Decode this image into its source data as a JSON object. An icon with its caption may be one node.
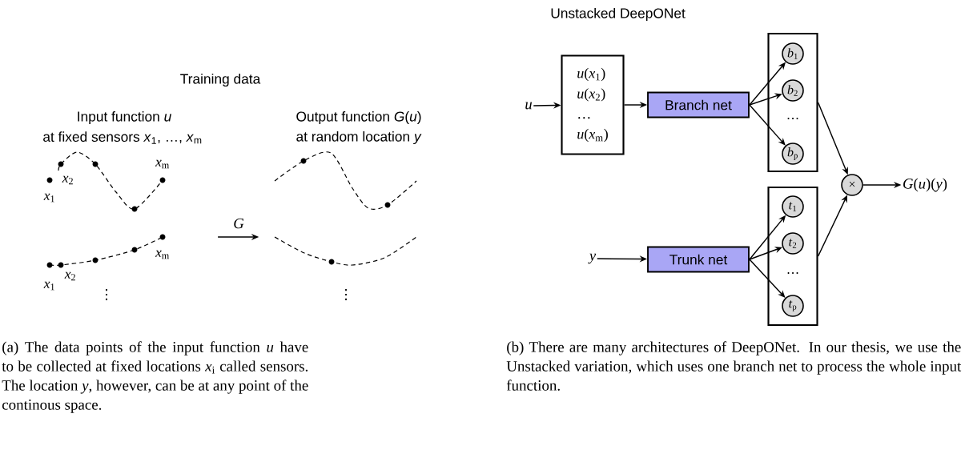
{
  "diagram": {
    "nodes": [
      {
        "text": [],
        "shape": "picture"
      },
      {
        "text": [],
        "shape": "picture"
      },
      {
        "text": [
          "*u*"
        ]
      },
      {
        "text": [
          "*u*(*x*$_{1}$)",
          "*u*(*x*$_{2}$)",
          "…",
          "*u*(*x*$_{m}$)"
        ]
      },
      {
        "text": [
          "Branch net"
        ]
      },
      {
        "text": [],
        "shape": "box"
      },
      {
        "text": [
          "*b*$_{1}$"
        ],
        "in": 5
      },
      {
        "text": [
          "*b*$_{2}$"
        ],
        "in": 5
      },
      {
        "text": [
          "*b*$_{p}$"
        ],
        "in": 5
      },
      {
        "text": [
          "*y*"
        ]
      },
      {
        "text": [
          "Trunk net"
        ]
      },
      {
        "text": [],
        "shape": "box"
      },
      {
        "text": [
          "*t*$_{1}$"
        ],
        "in": 11
      },
      {
        "text": [
          "*t*$_{2}$"
        ],
        "in": 11
      },
      {
        "text": [
          "*t*$_{p}$"
        ],
        "in": 11
      },
      {
        "text": [
          "×"
        ]
      },
      {
        "text": [
          "*G*(*u*)(*y*)"
        ]
      }
    ],
    "edges": [
      {
        "from": 0,
        "to": 1,
        "arrow": "to",
        "label": "*G*"
      },
      {
        "from": 2,
        "to": 3,
        "arrow": "to"
      },
      {
        "from": 3,
        "to": 4,
        "arrow": "to"
      },
      {
        "from": 4,
        "to": 6,
        "arrow": "to"
      },
      {
        "from": 4,
        "to": 7,
        "arrow": "to"
      },
      {
        "from": 4,
        "to": 8,
        "arrow": "to"
      },
      {
        "from": 5,
        "to": 15,
        "arrow": "to"
      },
      {
        "from": 9,
        "to": 10,
        "arrow": "to"
      },
      {
        "from": 10,
        "to": 12,
        "arrow": "to"
      },
      {
        "from": 10,
        "to": 13,
        "arrow": "to"
      },
      {
        "from": 10,
        "to": 14,
        "arrow": "to"
      },
      {
        "from": 11,
        "to": 15,
        "arrow": "to"
      },
      {
        "from": 15,
        "to": 16,
        "arrow": "to"
      }
    ],
    "labels": [
      "Training data",
      "Input function *u*",
      "at fixed sensors *x*$_{1}$, …, *x*$_{m}$",
      "Output function *G*(*u*)",
      "at random location *y*",
      "*x*$_{m}$",
      "*x*$_{2}$",
      "*x*$_{1}$",
      "*x*$_{m}$",
      "*x*$_{1}$",
      "*x*$_{2}$",
      "⋮",
      "⋮",
      "Unstacked DeepONet",
      "…",
      "…",
      "(a) The data points of the input function *u* have to be collected at fixed locations *x*$_{i}$ called sensors. The location *y*, however, can be at any point of the continous space.",
      "(b) There are many architectures of DeepONet. In our thesis, we use the Unstacked variation, which uses one branch net to process the whole input function."
    ]
  }
}
